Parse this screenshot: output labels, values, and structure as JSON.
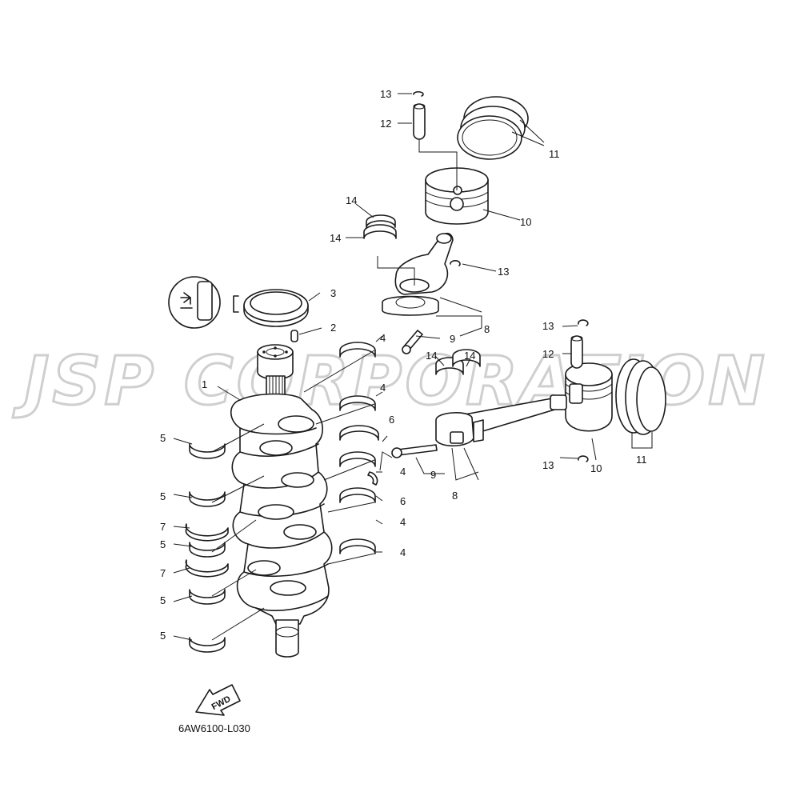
{
  "watermark": "JSP CORPORATION",
  "diagram_code": "6AW6100-L030",
  "fwd_label": "FWD",
  "callouts": {
    "c1": "1",
    "c2": "2",
    "c3": "3",
    "c4a": "4",
    "c4b": "4",
    "c4c": "4",
    "c4d": "4",
    "c4e": "4",
    "c5a": "5",
    "c5b": "5",
    "c5c": "5",
    "c5d": "5",
    "c5e": "5",
    "c6a": "6",
    "c6b": "6",
    "c7a": "7",
    "c7b": "7",
    "c8a": "8",
    "c8b": "8",
    "c9a": "9",
    "c9b": "9",
    "c10a": "10",
    "c10b": "10",
    "c11a": "11",
    "c11b": "11",
    "c12a": "12",
    "c12b": "12",
    "c13a": "13",
    "c13b": "13",
    "c13c": "13",
    "c13d": "13",
    "c14a": "14",
    "c14b": "14",
    "c14c": "14",
    "c14d": "14"
  }
}
